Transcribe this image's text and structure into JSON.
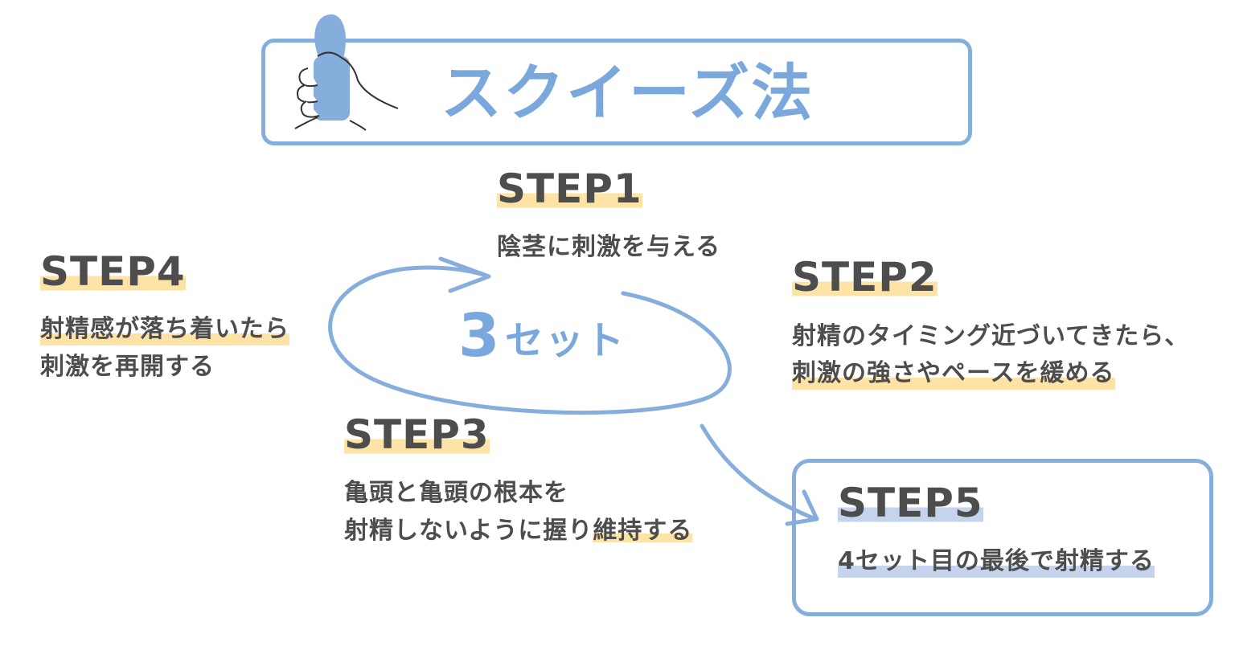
{
  "title": "スクイーズ法",
  "center": {
    "number": "3",
    "unit": "セット"
  },
  "steps": [
    {
      "label": "STEP1",
      "lines": [
        "陰茎に刺激を与える"
      ]
    },
    {
      "label": "STEP2",
      "lines": [
        "射精のタイミング近づいてきたら、",
        "刺激の強さやペースを緩める"
      ]
    },
    {
      "label": "STEP3",
      "lines": [
        "亀頭と亀頭の根本を",
        "射精しないように握り",
        "維持する"
      ]
    },
    {
      "label": "STEP4",
      "lines": [
        "射精感が落ち着いたら",
        "刺激を再開する"
      ]
    },
    {
      "label": "STEP5",
      "lines": [
        "4セット目の最後で射精する"
      ]
    }
  ],
  "colors": {
    "accent": "#7aa8dc",
    "highlight_yellow": "#fde3a6",
    "highlight_blue": "#c5d3ec",
    "text": "#4d4d4d"
  },
  "icons": [
    "hand-gripping-icon"
  ]
}
